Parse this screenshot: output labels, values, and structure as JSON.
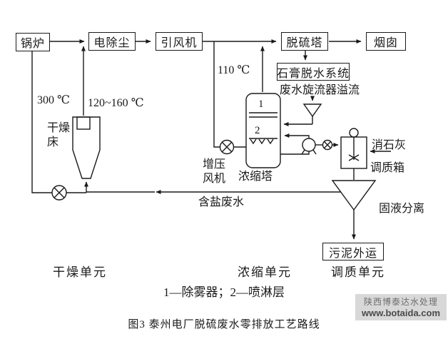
{
  "diagram": {
    "boxes": {
      "boiler": "锅炉",
      "esp": "电除尘",
      "id_fan": "引风机",
      "fgd_tower": "脱硫塔",
      "stack": "烟囱",
      "gypsum_dewatering": "石膏脱水系统",
      "sludge_transport": "污泥外运"
    },
    "labels": {
      "temp_110": "110 ℃",
      "temp_300": "300 ℃",
      "temp_120_160": "120~160 ℃",
      "wastewater_cyclone_overflow": "废水旋流器溢流",
      "drying_bed": "干燥床",
      "booster_fan": "增压风机",
      "concentration_tower": "浓缩塔",
      "slaked_lime": "消石灰",
      "conditioning_tank": "调质箱",
      "salty_wastewater": "含盐废水",
      "solid_liquid_separation": "固液分离",
      "marker_1": "1",
      "marker_2": "2"
    },
    "units": {
      "drying": "干燥单元",
      "concentration": "浓缩单元",
      "conditioning": "调质单元"
    },
    "legend": "1—除雾器；2—喷淋层",
    "caption": "图3 泰州电厂脱硫废水零排放工艺路线",
    "watermark": {
      "name": "陕西博泰达水处理",
      "url": "www.botaida.com"
    },
    "colors": {
      "line": "#1a1a1a",
      "watermark_bg": "#d8d8d8"
    }
  }
}
